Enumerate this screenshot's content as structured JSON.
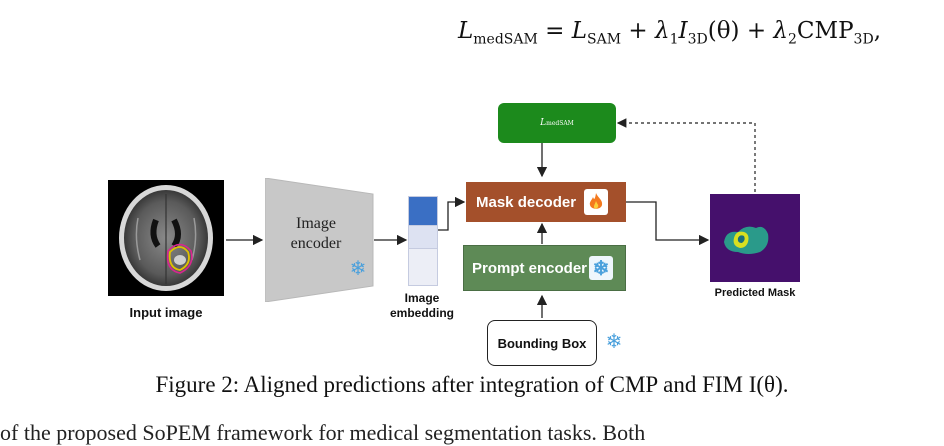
{
  "equation": {
    "lhs": "L",
    "lhs_sub": "medSAM",
    "t1": "L",
    "t1_sub": "SAM",
    "lambda1": "λ",
    "lambda1_sub": "1",
    "i_term": "I",
    "i_sub": "3D",
    "theta": "(θ)",
    "lambda2": "λ",
    "lambda2_sub": "2",
    "cmp": "CMP",
    "cmp_sub": "3D",
    "trailing": ","
  },
  "diagram": {
    "loss_box_label": "L",
    "loss_box_sub": "medSAM",
    "encoder_label": "Image encoder",
    "mask_decoder_label": "Mask decoder",
    "prompt_encoder_label": "Prompt encoder",
    "bounding_box_label": "Bounding Box",
    "input_image_caption": "Input image",
    "embedding_caption_line1": "Image",
    "embedding_caption_line2": "embedding",
    "predicted_mask_caption": "Predicted Mask",
    "frozen_icon": "snowflake-icon",
    "trainable_icon": "flame-icon",
    "colors": {
      "loss_box": "#1c8a1c",
      "mask_decoder": "#a4502b",
      "prompt_encoder": "#5e8a56",
      "mask_background": "#45106c",
      "mask_region": "#2a9a8a",
      "embedding_top": "#3a6fc4"
    }
  },
  "caption": "Figure 2: Aligned predictions after integration of CMP and FIM I(θ).",
  "cut_off_text": "of the proposed SoPEM framework for medical segmentation tasks. Both"
}
